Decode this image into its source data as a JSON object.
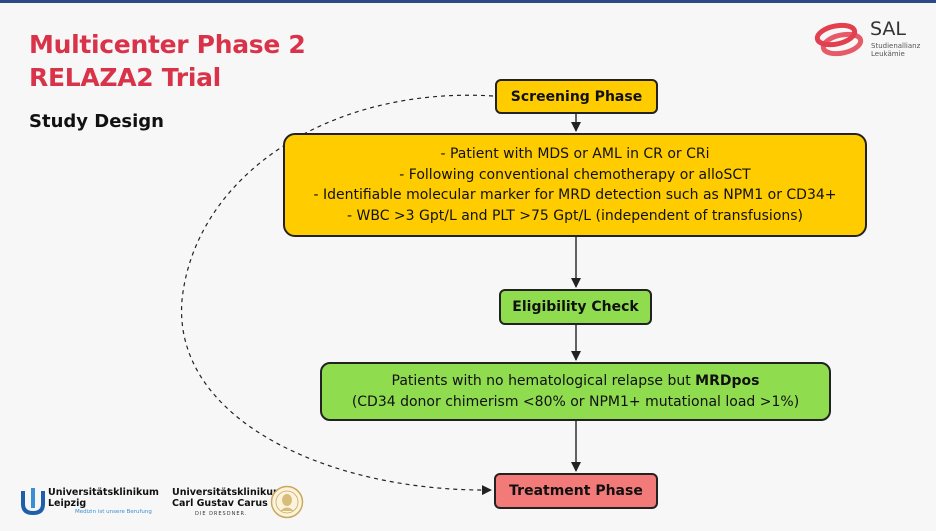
{
  "slide": {
    "title_line1": "Multicenter Phase 2",
    "title_line2": "RELAZA2 Trial",
    "subtitle": "Study Design"
  },
  "logo_sal": {
    "name": "SAL",
    "sub_line1": "Studienallianz",
    "sub_line2": "Leukämie"
  },
  "flow": {
    "screening": "Screening Phase",
    "criteria": [
      "- Patient with MDS or AML in CR or CRi",
      "- Following conventional chemotherapy or alloSCT",
      "- Identifiable molecular marker for MRD detection such as NPM1 or CD34+",
      "- WBC >3 Gpt/L and PLT >75 Gpt/L (independent of transfusions)"
    ],
    "eligibility": "Eligibility Check",
    "patients_text": "Patients with no hematological relapse but ",
    "patients_bold": "MRDpos",
    "patients_line2": "(CD34 donor chimerism <80% or NPM1+ mutational load >1%)",
    "treatment": "Treatment Phase"
  },
  "logos": {
    "ukl_line1": "Universitätsklinikum",
    "ukl_line2": "Leipzig",
    "ukl_tagline": "Medizin ist unsere Berufung",
    "ukd_line1": "Universitätsklinikum",
    "ukd_line2": "Carl Gustav Carus",
    "ukd_line3": "DIE DRESDNER."
  },
  "colors": {
    "title": "#d9334a",
    "screening_fill": "#ffcc00",
    "eligibility_fill": "#8fdc4f",
    "treatment_fill": "#f27a78"
  }
}
